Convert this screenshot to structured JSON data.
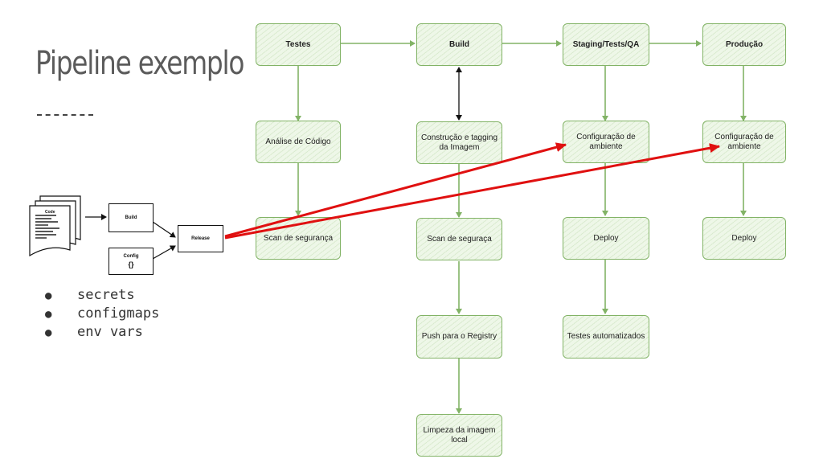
{
  "slide": {
    "title": "Pipeline exemplo",
    "bullets": [
      "secrets",
      "configmaps",
      "env vars"
    ],
    "bullet_symbol": "●"
  },
  "columns": {
    "testes": {
      "header": "Testes",
      "steps": [
        "Análise de Código",
        "Scan de segurança"
      ]
    },
    "build": {
      "header": "Build",
      "steps": [
        "Construção e tagging da Imagem",
        "Scan de seguraça",
        "Push para o Registry",
        "Limpeza da imagem local"
      ]
    },
    "staging": {
      "header": "Staging/Tests/QA",
      "steps": [
        "Configuração de ambiente",
        "Deploy",
        "Testes automatizados"
      ]
    },
    "producao": {
      "header": "Produção",
      "steps": [
        "Configuração de ambiente",
        "Deploy"
      ]
    }
  },
  "release_diagram": {
    "code_label": "Code",
    "build_label": "Build",
    "config_label": "Config",
    "config_braces": "{}",
    "release_label": "Release"
  },
  "colors": {
    "node_border": "#82b366",
    "node_fill": "#eef7e8",
    "red_arrow": "#e01010"
  }
}
